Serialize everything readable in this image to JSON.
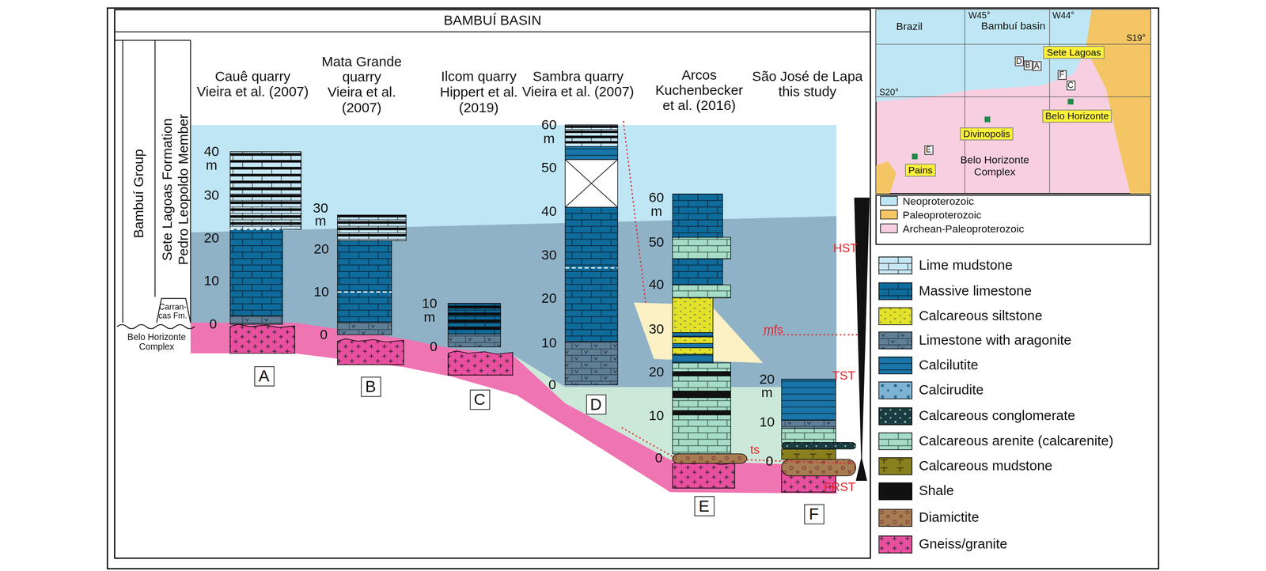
{
  "diagram": {
    "nodes": [
      {
        "text": [
          "BAMBUÍ BASIN"
        ]
      },
      {
        "text": [
          "A"
        ]
      },
      {
        "text": [
          "B"
        ]
      },
      {
        "text": [
          "C"
        ]
      },
      {
        "text": [
          "D"
        ]
      },
      {
        "text": [
          "E"
        ]
      },
      {
        "text": [
          "F"
        ]
      },
      {
        "text": [
          "Brazil"
        ]
      },
      {
        "text": [
          "Sete Lagoas"
        ]
      },
      {
        "text": [
          "Belo Horizonte"
        ]
      },
      {
        "text": [
          "Divinopolis"
        ]
      },
      {
        "text": [
          "Pains"
        ]
      },
      {
        "text": [
          "D"
        ]
      },
      {
        "text": [
          "B"
        ]
      },
      {
        "text": [
          "A"
        ]
      },
      {
        "text": [
          "F"
        ]
      },
      {
        "text": [
          "C"
        ]
      },
      {
        "text": [
          "E"
        ]
      }
    ],
    "labels": [
      "Bambuí Group",
      "Sete Lagoas Formation",
      "Pedro Leopoldo Member",
      "Carran- cas Fm.",
      "Belo Horizonte Complex",
      "Cauê quarry",
      "Vieira et al. (2007)",
      "Mata Grande quarry",
      "Vieira et al. (2007)",
      "Ilcom quarry",
      "Hippert et al. (2019)",
      "Sambra quarry",
      "Vieira et al. (2007)",
      "Arcos Kuchenbecker et al. (2016)",
      "São José de Lapa",
      "this study",
      "40",
      "m",
      "30",
      "20",
      "10",
      "0",
      "30",
      "m",
      "20",
      "10",
      "0",
      "10",
      "m",
      "0",
      "60",
      "m",
      "50",
      "40",
      "30",
      "20",
      "10",
      "0",
      "60",
      "m",
      "50",
      "40",
      "30",
      "20",
      "10",
      "0",
      "20",
      "m",
      "10",
      "0",
      "HST",
      "mfs",
      "TST",
      "ts",
      "FRST",
      "W45°",
      "W44°",
      "S19°",
      "S20°",
      "Bambuí basin",
      "Belo Horizonte Complex"
    ],
    "legend": [
      {
        "text": "Neoproterozoic",
        "color": "#bfe6f5"
      },
      {
        "text": "Paleoproterozoic",
        "color": "#f4c565"
      },
      {
        "text": "Archean-Paleoproterozoic",
        "color": "#f7cfe0"
      },
      {
        "text": "Lime mudstone",
        "color": "#c6e7f5"
      },
      {
        "text": "Massive limestone",
        "color": "#0f6b9b"
      },
      {
        "text": "Calcareous siltstone",
        "color": "#e2e22a"
      },
      {
        "text": "Limestone with aragonite",
        "color": "#5f7f97"
      },
      {
        "text": "Calcilutite",
        "color": "#1a75a8"
      },
      {
        "text": "Calcirudite",
        "color": "#7fb3d3"
      },
      {
        "text": "Calcareous conglomerate",
        "color": "#1a3b3f"
      },
      {
        "text": "Calcareous arenite (calcarenite)",
        "color": "#a6dcc8"
      },
      {
        "text": "Calcareous mudstone",
        "color": "#8a7f1e"
      },
      {
        "text": "Shale",
        "color": "#111111"
      },
      {
        "text": "Diamictite",
        "color": "#a67c52"
      },
      {
        "text": "Gneiss/granite",
        "color": "#e84f9f"
      }
    ]
  }
}
